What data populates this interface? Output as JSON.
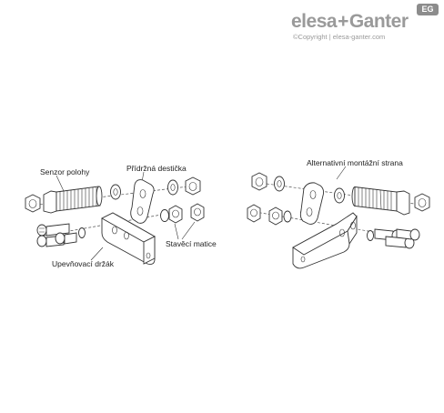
{
  "header": {
    "brand_left": "elesa",
    "brand_plus": "+",
    "brand_right": "Ganter",
    "badge": "EG",
    "copyright": "©Copyright | elesa-ganter.com"
  },
  "labels": {
    "sensor": "Senzor polohy",
    "plate": "Přídržná destička",
    "nuts": "Stavěcí matice",
    "holder": "Upevňovací držák",
    "alternative": "Alternativní montážní strana"
  }
}
